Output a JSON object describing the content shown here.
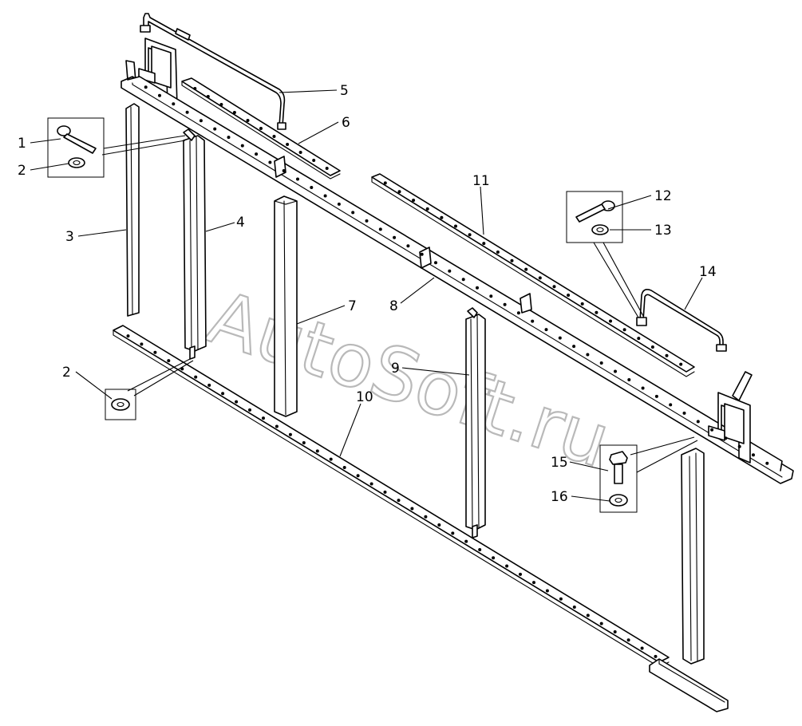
{
  "watermark": "AutoSoft.ru",
  "labels": {
    "l1": "1",
    "l2a": "2",
    "l2b": "2",
    "l3": "3",
    "l4": "4",
    "l5": "5",
    "l6": "6",
    "l7": "7",
    "l8": "8",
    "l9": "9",
    "l10": "10",
    "l11": "11",
    "l12": "12",
    "l13": "13",
    "l14": "14",
    "l15": "15",
    "l16": "16"
  }
}
